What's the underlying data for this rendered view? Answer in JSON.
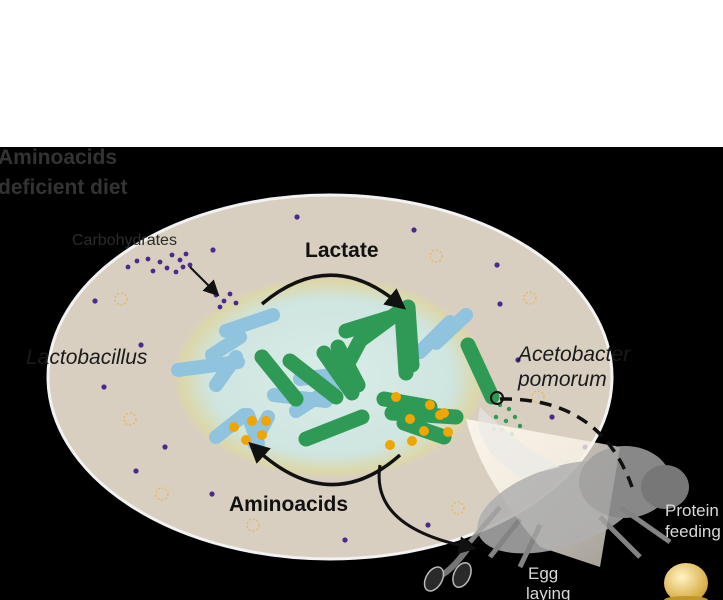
{
  "title": {
    "line1": "Aminoacids",
    "line2": "deficient diet"
  },
  "labels": {
    "carbohydrates": "Carbohydrates",
    "lactate": "Lactate",
    "aminoacids": "Aminoacids",
    "lactobacillus": "Lactobacillus",
    "acetobacter_line1": "Acetobacter",
    "acetobacter_line2": "pomorum",
    "protein_line1": "Protein",
    "protein_line2": "feeding",
    "egg_line1": "Egg",
    "egg_line2": "laying"
  },
  "colors": {
    "background": "#000000",
    "diet_plate": "#d8cfc1",
    "inner_zone": "#cfe6e2",
    "lactobacillus": "#8fc3de",
    "acetobacter": "#2f9a55",
    "aminoacid_dot": "#f0a500",
    "carbohydrate_dot": "#4a2a8c",
    "fly": "#a8a8a8",
    "food_drop": "#e8c65a"
  },
  "icons": [
    "fly-icon",
    "egg-icon",
    "food-drop-icon"
  ]
}
